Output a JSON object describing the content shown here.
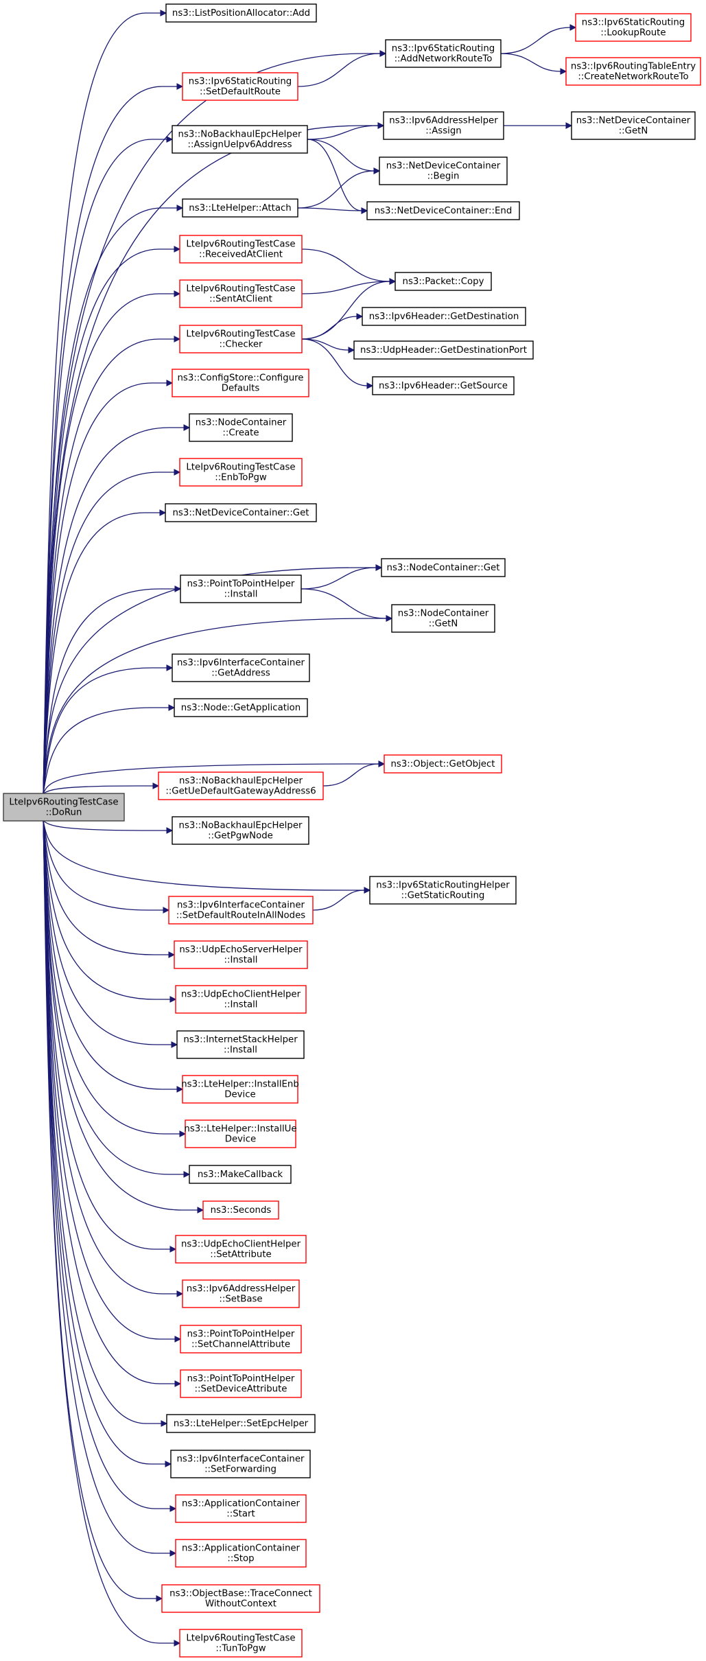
{
  "diagram": {
    "root": "n_root",
    "colors": {
      "edge": "#191970",
      "black_border": "#000000",
      "red_border": "#ff0000",
      "root_fill": "#bfbfbf"
    },
    "nodes": [
      {
        "id": "n_root",
        "lines": [
          "LteIpv6RoutingTestCase",
          "::DoRun"
        ],
        "border": "gray",
        "name": "node-lteipv6routingtestcase-dorun"
      },
      {
        "id": "n_lpa_add",
        "lines": [
          "ns3::ListPositionAllocator::Add"
        ],
        "border": "black",
        "name": "node-listpositionallocator-add"
      },
      {
        "id": "n_setdefroute",
        "lines": [
          "ns3::Ipv6StaticRouting",
          "::SetDefaultRoute"
        ],
        "border": "red",
        "name": "node-ipv6staticrouting-setdefaultroute"
      },
      {
        "id": "n_addnetroute",
        "lines": [
          "ns3::Ipv6StaticRouting",
          "::AddNetworkRouteTo"
        ],
        "border": "black",
        "name": "node-ipv6staticrouting-addnetworkrouteto"
      },
      {
        "id": "n_lookuproute",
        "lines": [
          "ns3::Ipv6StaticRouting",
          "::LookupRoute"
        ],
        "border": "red",
        "name": "node-ipv6staticrouting-lookuproute"
      },
      {
        "id": "n_createnetroute",
        "lines": [
          "ns3::Ipv6RoutingTableEntry",
          "::CreateNetworkRouteTo"
        ],
        "border": "red",
        "name": "node-ipv6routingtableentry-createnetworkrouteto"
      },
      {
        "id": "n_assignue",
        "lines": [
          "ns3::NoBackhaulEpcHelper",
          "::AssignUeIpv6Address"
        ],
        "border": "black",
        "name": "node-nobackhaulepchelper-assignueipv6address"
      },
      {
        "id": "n_ipv6assign",
        "lines": [
          "ns3::Ipv6AddressHelper",
          "::Assign"
        ],
        "border": "black",
        "name": "node-ipv6addresshelper-assign"
      },
      {
        "id": "n_ndc_getn",
        "lines": [
          "ns3::NetDeviceContainer",
          "::GetN"
        ],
        "border": "black",
        "name": "node-netdevicecontainer-getn"
      },
      {
        "id": "n_ndc_begin",
        "lines": [
          "ns3::NetDeviceContainer",
          "::Begin"
        ],
        "border": "black",
        "name": "node-netdevicecontainer-begin"
      },
      {
        "id": "n_attach",
        "lines": [
          "ns3::LteHelper::Attach"
        ],
        "border": "black",
        "name": "node-ltehelper-attach"
      },
      {
        "id": "n_ndc_end",
        "lines": [
          "ns3::NetDeviceContainer::End"
        ],
        "border": "black",
        "name": "node-netdevicecontainer-end"
      },
      {
        "id": "n_recvclient",
        "lines": [
          "LteIpv6RoutingTestCase",
          "::ReceivedAtClient"
        ],
        "border": "red",
        "name": "node-lteipv6routingtestcase-receivedatclient"
      },
      {
        "id": "n_sentclient",
        "lines": [
          "LteIpv6RoutingTestCase",
          "::SentAtClient"
        ],
        "border": "red",
        "name": "node-lteipv6routingtestcase-sentatclient"
      },
      {
        "id": "n_copy",
        "lines": [
          "ns3::Packet::Copy"
        ],
        "border": "black",
        "name": "node-packet-copy"
      },
      {
        "id": "n_checker",
        "lines": [
          "LteIpv6RoutingTestCase",
          "::Checker"
        ],
        "border": "red",
        "name": "node-lteipv6routingtestcase-checker"
      },
      {
        "id": "n_getdest",
        "lines": [
          "ns3::Ipv6Header::GetDestination"
        ],
        "border": "black",
        "name": "node-ipv6header-getdestination"
      },
      {
        "id": "n_getdestport",
        "lines": [
          "ns3::UdpHeader::GetDestinationPort"
        ],
        "border": "black",
        "name": "node-udpheader-getdestinationport"
      },
      {
        "id": "n_getsource",
        "lines": [
          "ns3::Ipv6Header::GetSource"
        ],
        "border": "black",
        "name": "node-ipv6header-getsource"
      },
      {
        "id": "n_configdefaults",
        "lines": [
          "ns3::ConfigStore::Configure",
          "Defaults"
        ],
        "border": "red",
        "name": "node-configstore-configuredefaults"
      },
      {
        "id": "n_nc_create",
        "lines": [
          "ns3::NodeContainer",
          "::Create"
        ],
        "border": "black",
        "name": "node-nodecontainer-create"
      },
      {
        "id": "n_enbtopgw",
        "lines": [
          "LteIpv6RoutingTestCase",
          "::EnbToPgw"
        ],
        "border": "red",
        "name": "node-lteipv6routingtestcase-enbtopgw"
      },
      {
        "id": "n_ndc_get",
        "lines": [
          "ns3::NetDeviceContainer::Get"
        ],
        "border": "black",
        "name": "node-netdevicecontainer-get"
      },
      {
        "id": "n_nc_get",
        "lines": [
          "ns3::NodeContainer::Get"
        ],
        "border": "black",
        "name": "node-nodecontainer-get"
      },
      {
        "id": "n_p2p_install",
        "lines": [
          "ns3::PointToPointHelper",
          "::Install"
        ],
        "border": "black",
        "name": "node-pointtopointhelper-install"
      },
      {
        "id": "n_nc_getn",
        "lines": [
          "ns3::NodeContainer",
          "::GetN"
        ],
        "border": "black",
        "name": "node-nodecontainer-getn"
      },
      {
        "id": "n_ifc_getaddr",
        "lines": [
          "ns3::Ipv6InterfaceContainer",
          "::GetAddress"
        ],
        "border": "black",
        "name": "node-ipv6interfacecontainer-getaddress"
      },
      {
        "id": "n_node_getapp",
        "lines": [
          "ns3::Node::GetApplication"
        ],
        "border": "black",
        "name": "node-node-getapplication"
      },
      {
        "id": "n_getobject",
        "lines": [
          "ns3::Object::GetObject"
        ],
        "border": "red",
        "name": "node-object-getobject"
      },
      {
        "id": "n_getuegw6",
        "lines": [
          "ns3::NoBackhaulEpcHelper",
          "::GetUeDefaultGatewayAddress6"
        ],
        "border": "red",
        "name": "node-nobackhaulepchelper-getuedefaultgatewayaddress6"
      },
      {
        "id": "n_getpgwnode",
        "lines": [
          "ns3::NoBackhaulEpcHelper",
          "::GetPgwNode"
        ],
        "border": "black",
        "name": "node-nobackhaulepchelper-getpgwnode"
      },
      {
        "id": "n_getstaticrouting",
        "lines": [
          "ns3::Ipv6StaticRoutingHelper",
          "::GetStaticRouting"
        ],
        "border": "black",
        "name": "node-ipv6staticroutinghelper-getstaticrouting"
      },
      {
        "id": "n_setdefrouteall",
        "lines": [
          "ns3::Ipv6InterfaceContainer",
          "::SetDefaultRouteInAllNodes"
        ],
        "border": "red",
        "name": "node-ipv6interfacecontainer-setdefaultrouteinallnodes"
      },
      {
        "id": "n_udpserver_install",
        "lines": [
          "ns3::UdpEchoServerHelper",
          "::Install"
        ],
        "border": "red",
        "name": "node-udpechoserverhelper-install"
      },
      {
        "id": "n_udpclient_install",
        "lines": [
          "ns3::UdpEchoClientHelper",
          "::Install"
        ],
        "border": "red",
        "name": "node-udpechoclienthelper-install"
      },
      {
        "id": "n_inetstack_install",
        "lines": [
          "ns3::InternetStackHelper",
          "::Install"
        ],
        "border": "black",
        "name": "node-internetstackhelper-install"
      },
      {
        "id": "n_installenb",
        "lines": [
          "ns3::LteHelper::InstallEnb",
          "Device"
        ],
        "border": "red",
        "name": "node-ltehelper-installenbdevice"
      },
      {
        "id": "n_installue",
        "lines": [
          "ns3::LteHelper::InstallUe",
          "Device"
        ],
        "border": "red",
        "name": "node-ltehelper-installuedevice"
      },
      {
        "id": "n_makecallback",
        "lines": [
          "ns3::MakeCallback"
        ],
        "border": "black",
        "name": "node-makecallback"
      },
      {
        "id": "n_seconds",
        "lines": [
          "ns3::Seconds"
        ],
        "border": "red",
        "name": "node-seconds"
      },
      {
        "id": "n_udpclient_setattr",
        "lines": [
          "ns3::UdpEchoClientHelper",
          "::SetAttribute"
        ],
        "border": "red",
        "name": "node-udpechoclienthelper-setattribute"
      },
      {
        "id": "n_ipv6_setbase",
        "lines": [
          "ns3::Ipv6AddressHelper",
          "::SetBase"
        ],
        "border": "red",
        "name": "node-ipv6addresshelper-setbase"
      },
      {
        "id": "n_p2p_setchan",
        "lines": [
          "ns3::PointToPointHelper",
          "::SetChannelAttribute"
        ],
        "border": "red",
        "name": "node-pointtopointhelper-setchannelattribute"
      },
      {
        "id": "n_p2p_setdev",
        "lines": [
          "ns3::PointToPointHelper",
          "::SetDeviceAttribute"
        ],
        "border": "red",
        "name": "node-pointtopointhelper-setdeviceattribute"
      },
      {
        "id": "n_setepchelper",
        "lines": [
          "ns3::LteHelper::SetEpcHelper"
        ],
        "border": "black",
        "name": "node-ltehelper-setepchelper"
      },
      {
        "id": "n_setforwarding",
        "lines": [
          "ns3::Ipv6InterfaceContainer",
          "::SetForwarding"
        ],
        "border": "black",
        "name": "node-ipv6interfacecontainer-setforwarding"
      },
      {
        "id": "n_app_start",
        "lines": [
          "ns3::ApplicationContainer",
          "::Start"
        ],
        "border": "red",
        "name": "node-applicationcontainer-start"
      },
      {
        "id": "n_app_stop",
        "lines": [
          "ns3::ApplicationContainer",
          "::Stop"
        ],
        "border": "red",
        "name": "node-applicationcontainer-stop"
      },
      {
        "id": "n_traceconnect",
        "lines": [
          "ns3::ObjectBase::TraceConnect",
          "WithoutContext"
        ],
        "border": "red",
        "name": "node-objectbase-traceconnectwithoutcontext"
      },
      {
        "id": "n_tuntopgw",
        "lines": [
          "LteIpv6RoutingTestCase",
          "::TunToPgw"
        ],
        "border": "red",
        "name": "node-lteipv6routingtestcase-tuntopgw"
      }
    ],
    "edges": [
      [
        "n_root",
        "n_lpa_add"
      ],
      [
        "n_root",
        "n_addnetroute"
      ],
      [
        "n_root",
        "n_setdefroute"
      ],
      [
        "n_root",
        "n_ipv6assign"
      ],
      [
        "n_root",
        "n_assignue"
      ],
      [
        "n_root",
        "n_attach"
      ],
      [
        "n_root",
        "n_recvclient"
      ],
      [
        "n_root",
        "n_sentclient"
      ],
      [
        "n_root",
        "n_checker"
      ],
      [
        "n_root",
        "n_configdefaults"
      ],
      [
        "n_root",
        "n_nc_create"
      ],
      [
        "n_root",
        "n_enbtopgw"
      ],
      [
        "n_root",
        "n_ndc_get"
      ],
      [
        "n_root",
        "n_nc_get"
      ],
      [
        "n_root",
        "n_p2p_install"
      ],
      [
        "n_root",
        "n_nc_getn"
      ],
      [
        "n_root",
        "n_ifc_getaddr"
      ],
      [
        "n_root",
        "n_node_getapp"
      ],
      [
        "n_root",
        "n_getobject"
      ],
      [
        "n_root",
        "n_getuegw6"
      ],
      [
        "n_root",
        "n_getpgwnode"
      ],
      [
        "n_root",
        "n_getstaticrouting"
      ],
      [
        "n_root",
        "n_setdefrouteall"
      ],
      [
        "n_root",
        "n_udpserver_install"
      ],
      [
        "n_root",
        "n_udpclient_install"
      ],
      [
        "n_root",
        "n_inetstack_install"
      ],
      [
        "n_root",
        "n_installenb"
      ],
      [
        "n_root",
        "n_installue"
      ],
      [
        "n_root",
        "n_makecallback"
      ],
      [
        "n_root",
        "n_seconds"
      ],
      [
        "n_root",
        "n_udpclient_setattr"
      ],
      [
        "n_root",
        "n_ipv6_setbase"
      ],
      [
        "n_root",
        "n_p2p_setchan"
      ],
      [
        "n_root",
        "n_p2p_setdev"
      ],
      [
        "n_root",
        "n_setepchelper"
      ],
      [
        "n_root",
        "n_setforwarding"
      ],
      [
        "n_root",
        "n_app_start"
      ],
      [
        "n_root",
        "n_app_stop"
      ],
      [
        "n_root",
        "n_traceconnect"
      ],
      [
        "n_root",
        "n_tuntopgw"
      ],
      [
        "n_setdefroute",
        "n_addnetroute"
      ],
      [
        "n_addnetroute",
        "n_lookuproute"
      ],
      [
        "n_addnetroute",
        "n_createnetroute"
      ],
      [
        "n_assignue",
        "n_ipv6assign"
      ],
      [
        "n_assignue",
        "n_ndc_begin"
      ],
      [
        "n_assignue",
        "n_ndc_end"
      ],
      [
        "n_ipv6assign",
        "n_ndc_getn"
      ],
      [
        "n_attach",
        "n_ndc_begin"
      ],
      [
        "n_attach",
        "n_ndc_end"
      ],
      [
        "n_recvclient",
        "n_copy"
      ],
      [
        "n_sentclient",
        "n_copy"
      ],
      [
        "n_checker",
        "n_copy"
      ],
      [
        "n_checker",
        "n_getdest"
      ],
      [
        "n_checker",
        "n_getdestport"
      ],
      [
        "n_checker",
        "n_getsource"
      ],
      [
        "n_p2p_install",
        "n_nc_get"
      ],
      [
        "n_p2p_install",
        "n_nc_getn"
      ],
      [
        "n_getuegw6",
        "n_getobject"
      ],
      [
        "n_setdefrouteall",
        "n_getstaticrouting"
      ]
    ]
  }
}
